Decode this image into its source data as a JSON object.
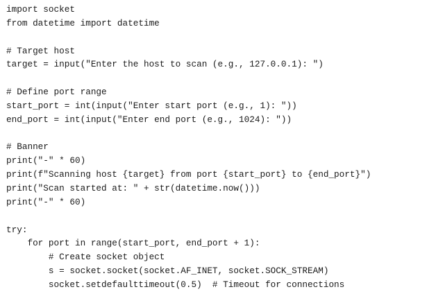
{
  "code": {
    "lines": [
      "import socket",
      "from datetime import datetime",
      "",
      "# Target host",
      "target = input(\"Enter the host to scan (e.g., 127.0.0.1): \")",
      "",
      "# Define port range",
      "start_port = int(input(\"Enter start port (e.g., 1): \"))",
      "end_port = int(input(\"Enter end port (e.g., 1024): \"))",
      "",
      "# Banner",
      "print(\"-\" * 60)",
      "print(f\"Scanning host {target} from port {start_port} to {end_port}\")",
      "print(\"Scan started at: \" + str(datetime.now()))",
      "print(\"-\" * 60)",
      "",
      "try:",
      "    for port in range(start_port, end_port + 1):",
      "        # Create socket object",
      "        s = socket.socket(socket.AF_INET, socket.SOCK_STREAM)",
      "        socket.setdefaulttimeout(0.5)  # Timeout for connections"
    ]
  }
}
